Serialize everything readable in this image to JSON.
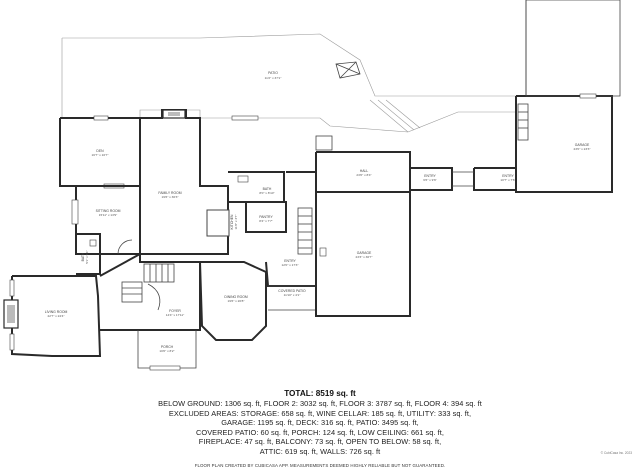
{
  "rooms": {
    "patio": {
      "name": "PATIO",
      "dims": "11'2\" x 37'1\""
    },
    "den": {
      "name": "DEN",
      "dims": "16'7\" x 16'7\""
    },
    "family_room": {
      "name": "FAMILY ROOM",
      "dims": "19'6\" x 36'3\""
    },
    "sitting_room": {
      "name": "SITTING ROOM",
      "dims": "15'11\" x 13'9\""
    },
    "bath": {
      "name": "BATH",
      "dims": "8'0\" x 8'10\""
    },
    "pantry": {
      "name": "PANTRY",
      "dims": "8'4\" x 7'7\""
    },
    "hall": {
      "name": "HALL",
      "dims": "23'0\" x 8'4\""
    },
    "garage_main": {
      "name": "GARAGE",
      "dims": "23'3\" x 36'7\""
    },
    "entry_small": {
      "name": "ENTRY",
      "dims": "6'6\" x 9'6\""
    },
    "entry_right": {
      "name": "ENTRY",
      "dims": "10'7\" x 7'6\""
    },
    "garage_right": {
      "name": "GARAGE",
      "dims": "23'0\" x 23'3\""
    },
    "living_room": {
      "name": "LIVING ROOM",
      "dims": "22'7\" x 24'4\""
    },
    "foyer": {
      "name": "FOYER",
      "dims": "14'4\" x 17'11\""
    },
    "dining_room": {
      "name": "DINING ROOM",
      "dims": "19'6\" x 20'8\""
    },
    "entry_center": {
      "name": "ENTRY",
      "dims": "12'0\" x 17'3\""
    },
    "covered_patio": {
      "name": "COVERED PATIO",
      "dims": "11'10\" x 4'1\""
    },
    "porch": {
      "name": "PORCH",
      "dims": "10'0\" x 8'2\""
    },
    "bath_small": {
      "name": "BATH",
      "dims": "5'1\" x 5'1\""
    },
    "kitchen_island": {
      "name": "KITCHEN",
      "dims": "11'8\" x 3'7\""
    }
  },
  "summary": {
    "total": "TOTAL: 8519 sq. ft",
    "lines": [
      "BELOW GROUND: 1306 sq. ft, FLOOR 2: 3032 sq. ft, FLOOR 3: 3787 sq. ft, FLOOR 4: 394 sq. ft",
      "EXCLUDED AREAS: STORAGE: 658 sq. ft, WINE CELLAR: 185 sq. ft, UTILITY: 333 sq. ft,",
      "GARAGE: 1195 sq. ft, DECK: 316 sq. ft, PATIO: 3495 sq. ft,",
      "COVERED PATIO: 60 sq. ft, PORCH: 124 sq. ft, LOW CEILING: 661 sq. ft,",
      "FIREPLACE: 47 sq. ft, BALCONY: 73 sq. ft, OPEN TO BELOW: 58 sq. ft,",
      "ATTIC: 619 sq. ft, WALLS: 726 sq. ft"
    ],
    "disclaimer": "FLOOR PLAN CREATED BY CUBICASA APP. MEASUREMENTS DEEMED HIGHLY RELIABLE BUT NOT GUARANTEED."
  },
  "credit": "© CubiCasa Inc. 2023"
}
